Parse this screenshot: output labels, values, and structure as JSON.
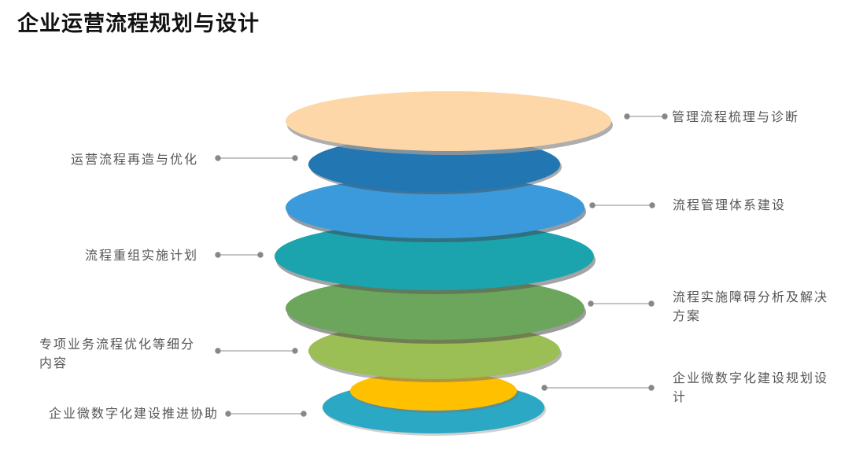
{
  "title": "企业运营流程规划与设计",
  "layers": [
    {
      "label": "管理流程梳理与诊断",
      "color": "#FDD7A8"
    },
    {
      "label": "运营流程再造与优化",
      "color": "#2277B2"
    },
    {
      "label": "流程管理体系建设",
      "color": "#3B9ADB"
    },
    {
      "label": "流程重组实施计划",
      "color": "#1BA3AE"
    },
    {
      "label": "流程实施障碍分析及解决方案",
      "color": "#6CA55C"
    },
    {
      "label": "专项业务流程优化等细分内容",
      "color": "#9BBE55"
    },
    {
      "label": "企业微数字化建设规划设计",
      "color": "#FFC000"
    },
    {
      "label": "企业微数字化建设推进协助",
      "color": "#2AA8C4"
    }
  ],
  "colors": {
    "label_text": "#555555",
    "connector": "#888888",
    "shadow": "#9a9a9a"
  }
}
